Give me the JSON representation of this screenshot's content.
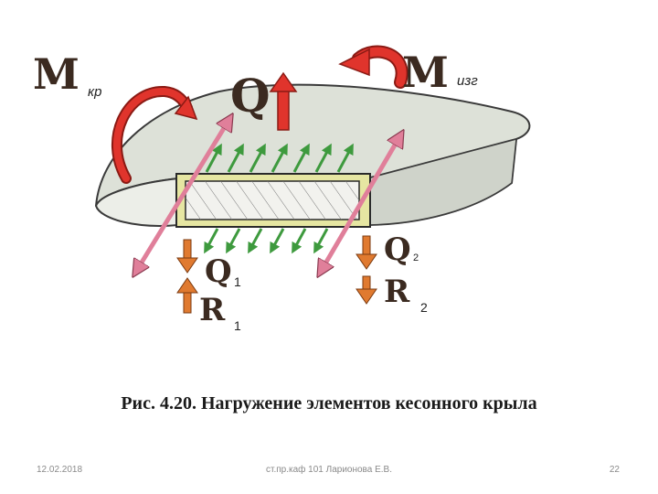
{
  "labels": {
    "m_kr": "M",
    "kr_sub": "кр",
    "q_top": "Q",
    "m_izg": "M",
    "izg_sub": "изг",
    "q1": "Q",
    "q1_index": "1",
    "r1": "R",
    "r1_index": "1",
    "q2": "Q",
    "q2_index": "2",
    "r2": "R",
    "r2_index": "2"
  },
  "caption": "Рис. 4.20. Нагружение элементов кесонного крыла",
  "footer": {
    "date": "12.02.2018",
    "author": "ст.пр.каф 101 Ларионова Е.В.",
    "page": "22"
  },
  "colors": {
    "wing": "#dde1d8",
    "wing_edge": "#3a3a3a",
    "box": "#e6e6a2",
    "green_arrows": "#3e9a3e",
    "pink_arrows": "#e07f9a",
    "red_arrows": "#e0342c",
    "orange_arrows": "#e07a30"
  }
}
